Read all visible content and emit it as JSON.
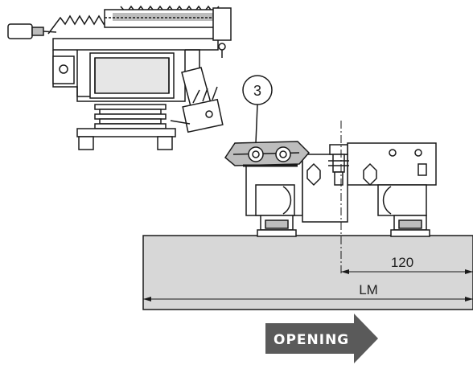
{
  "callout": {
    "label": "3"
  },
  "dimensions": {
    "offset": {
      "label": "120"
    },
    "length": {
      "label": "LM"
    }
  },
  "direction": {
    "label": "OPENING"
  },
  "colors": {
    "rail": "#d7d7d7",
    "arrow": "#5a5a5a",
    "line": "#1a1a1a",
    "part_fill": "#ffffff",
    "shade": "#bdbdbd"
  }
}
